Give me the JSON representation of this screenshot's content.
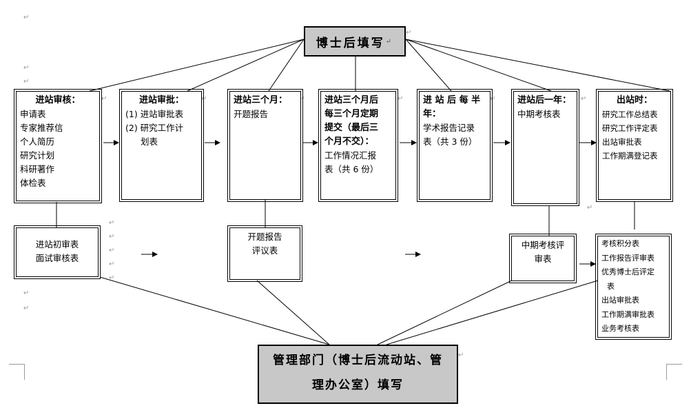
{
  "top_box": {
    "label": "博士后填写"
  },
  "bottom_box": {
    "line1": "管理部门（博士后流动站、管",
    "line2": "理办公室）填写"
  },
  "stages": [
    {
      "title": "进站审核：",
      "items": [
        "申请表",
        "专家推荐信",
        "个人简历",
        "研究计划",
        "科研著作",
        "体检表"
      ]
    },
    {
      "title": "进站审批：",
      "items": [
        "(1) 进站审批表",
        "(2) 研究工作计",
        "划表"
      ]
    },
    {
      "title": "进站三个月：",
      "items": [
        "开题报告"
      ]
    },
    {
      "title_lines": [
        "进站三个月后",
        "每三个月定期",
        "提交（最后三",
        "个月不交）："
      ],
      "items": [
        "工作情况汇报",
        "表（共 6 份）"
      ]
    },
    {
      "title_lines": [
        "进 站 后 每 半",
        "年："
      ],
      "items": [
        "学术报告记录",
        "表（共 3 份）"
      ]
    },
    {
      "title": "进站后一年：",
      "items": [
        "中期考核表"
      ]
    },
    {
      "title": "出站时：",
      "items": [
        "研究工作总结表",
        "研究工作评定表",
        "出站审批表",
        "工作期满登记表"
      ]
    }
  ],
  "admin_forms": [
    {
      "items": [
        "进站初审表",
        "面试审核表"
      ]
    },
    {
      "items": [
        "开题报告",
        "评议表"
      ]
    },
    {
      "items": [
        "中期考核评",
        "审表"
      ]
    },
    {
      "items": [
        "考核积分表",
        "工作报告评审表",
        "优秀博士后评定",
        "表",
        "出站审批表",
        "工作期满审批表",
        "业务考核表"
      ]
    }
  ],
  "paragraph_mark": "↵"
}
